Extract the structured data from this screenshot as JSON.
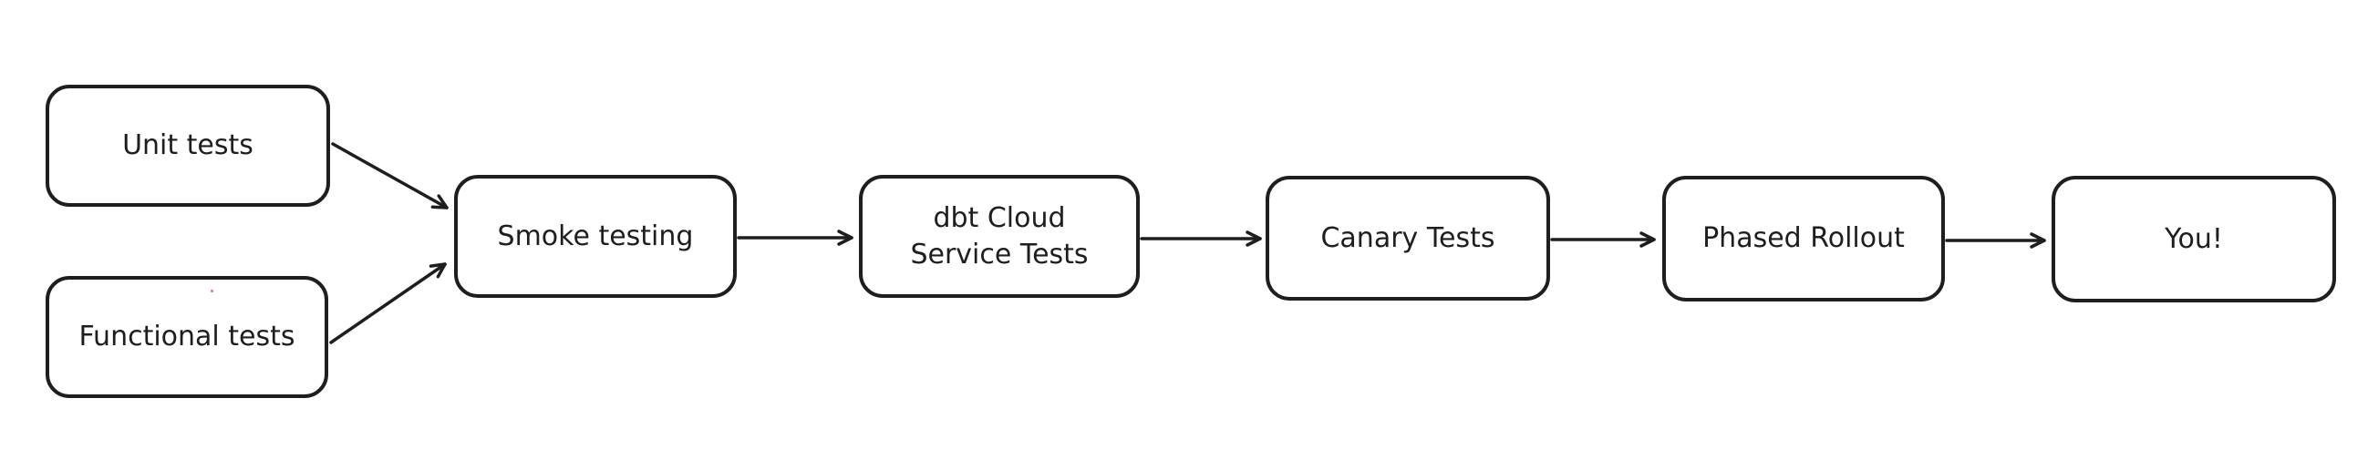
{
  "diagram": {
    "background_color": "#ffffff",
    "stroke_color": "#1e1e1e",
    "style": "hand-drawn-flowchart",
    "nodes": [
      {
        "id": "unit-tests",
        "label": "Unit tests"
      },
      {
        "id": "functional-tests",
        "label": "Functional tests"
      },
      {
        "id": "smoke-testing",
        "label": "Smoke testing"
      },
      {
        "id": "dbt-cloud-service-tests",
        "label": "dbt Cloud\nService Tests"
      },
      {
        "id": "canary-tests",
        "label": "Canary Tests"
      },
      {
        "id": "phased-rollout",
        "label": "Phased Rollout"
      },
      {
        "id": "you",
        "label": "You!"
      }
    ],
    "edges": [
      {
        "from": "unit-tests",
        "to": "smoke-testing"
      },
      {
        "from": "functional-tests",
        "to": "smoke-testing"
      },
      {
        "from": "smoke-testing",
        "to": "dbt-cloud-service-tests"
      },
      {
        "from": "dbt-cloud-service-tests",
        "to": "canary-tests"
      },
      {
        "from": "canary-tests",
        "to": "phased-rollout"
      },
      {
        "from": "phased-rollout",
        "to": "you"
      }
    ]
  }
}
